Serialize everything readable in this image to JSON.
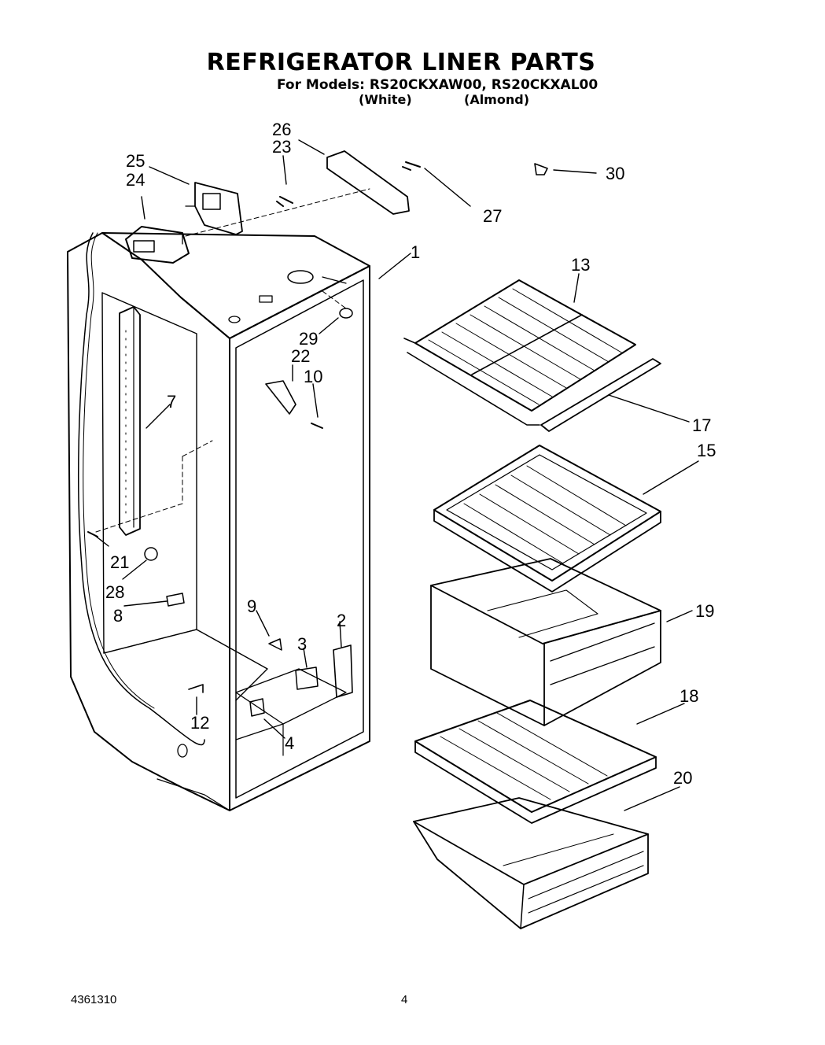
{
  "header": {
    "title": "REFRIGERATOR LINER PARTS",
    "models_line": "For Models: RS20CKXAW00, RS20CKXAL00",
    "variant_white": "(White)",
    "variant_almond": "(Almond)"
  },
  "callouts": {
    "p1": "1",
    "p2": "2",
    "p3": "3",
    "p4": "4",
    "p7": "7",
    "p8": "8",
    "p9": "9",
    "p10": "10",
    "p12": "12",
    "p13": "13",
    "p15": "15",
    "p17": "17",
    "p18": "18",
    "p19": "19",
    "p20": "20",
    "p21": "21",
    "p22": "22",
    "p23": "23",
    "p24": "24",
    "p25": "25",
    "p26": "26",
    "p27": "27",
    "p28": "28",
    "p29": "29",
    "p30": "30"
  },
  "footer": {
    "doc_number": "4361310",
    "page_number": "4"
  }
}
